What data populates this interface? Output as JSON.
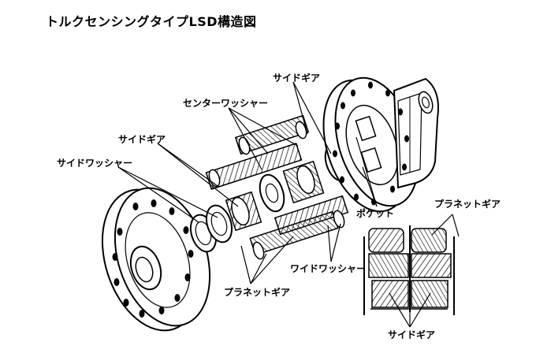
{
  "title": "トルクセンシングタイプLSD構造図",
  "labels": {
    "side_gear_top": "サイドギア",
    "center_washer": "センターワッシャー",
    "side_gear_left": "サイドギア",
    "side_washer": "サイドワッシャー",
    "pocket": "ポケット",
    "planet_gear_right": "プラネットギア",
    "wide_washer": "ワイドワッシャー",
    "planet_gear_bottom": "プラネットギア",
    "side_gear_bottom_right": "サイドギア"
  }
}
